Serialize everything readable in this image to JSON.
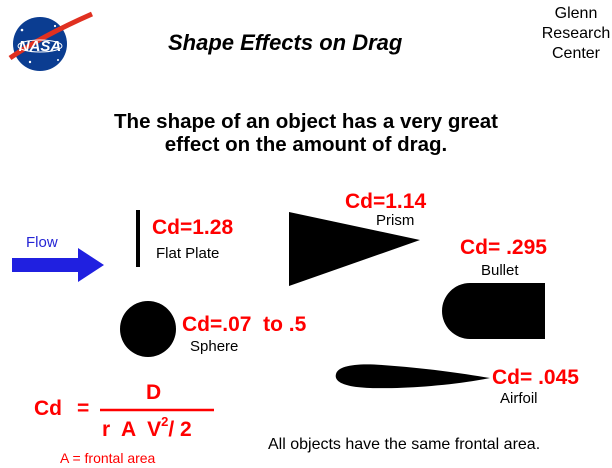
{
  "header": {
    "logo_text": "NASA",
    "title": "Shape Effects on Drag",
    "center_lines": [
      "Glenn",
      "Research",
      "Center"
    ]
  },
  "headline": [
    "The shape of an object has a very great",
    "effect on the amount of drag."
  ],
  "flow_label": "Flow",
  "shapes": {
    "flat_plate": {
      "cd": "Cd=1.28",
      "name": "Flat Plate"
    },
    "prism": {
      "cd": "Cd=1.14",
      "name": "Prism"
    },
    "bullet": {
      "cd": "Cd= .295",
      "name": "Bullet"
    },
    "sphere": {
      "cd": "Cd=.07  to .5",
      "name": "Sphere"
    },
    "airfoil": {
      "cd": "Cd= .045",
      "name": "Airfoil"
    }
  },
  "formula": {
    "lhs": "Cd",
    "equals": "=",
    "numerator": "D",
    "denominator_base": "r  A  V",
    "exponent": "2",
    "denominator_tail": "/ 2",
    "note": "A = frontal area"
  },
  "footer": "All objects have the same frontal area.",
  "colors": {
    "accent_red": "#ff0000",
    "flow_blue": "#2020e0",
    "nasa_blue": "#0b3d91"
  }
}
